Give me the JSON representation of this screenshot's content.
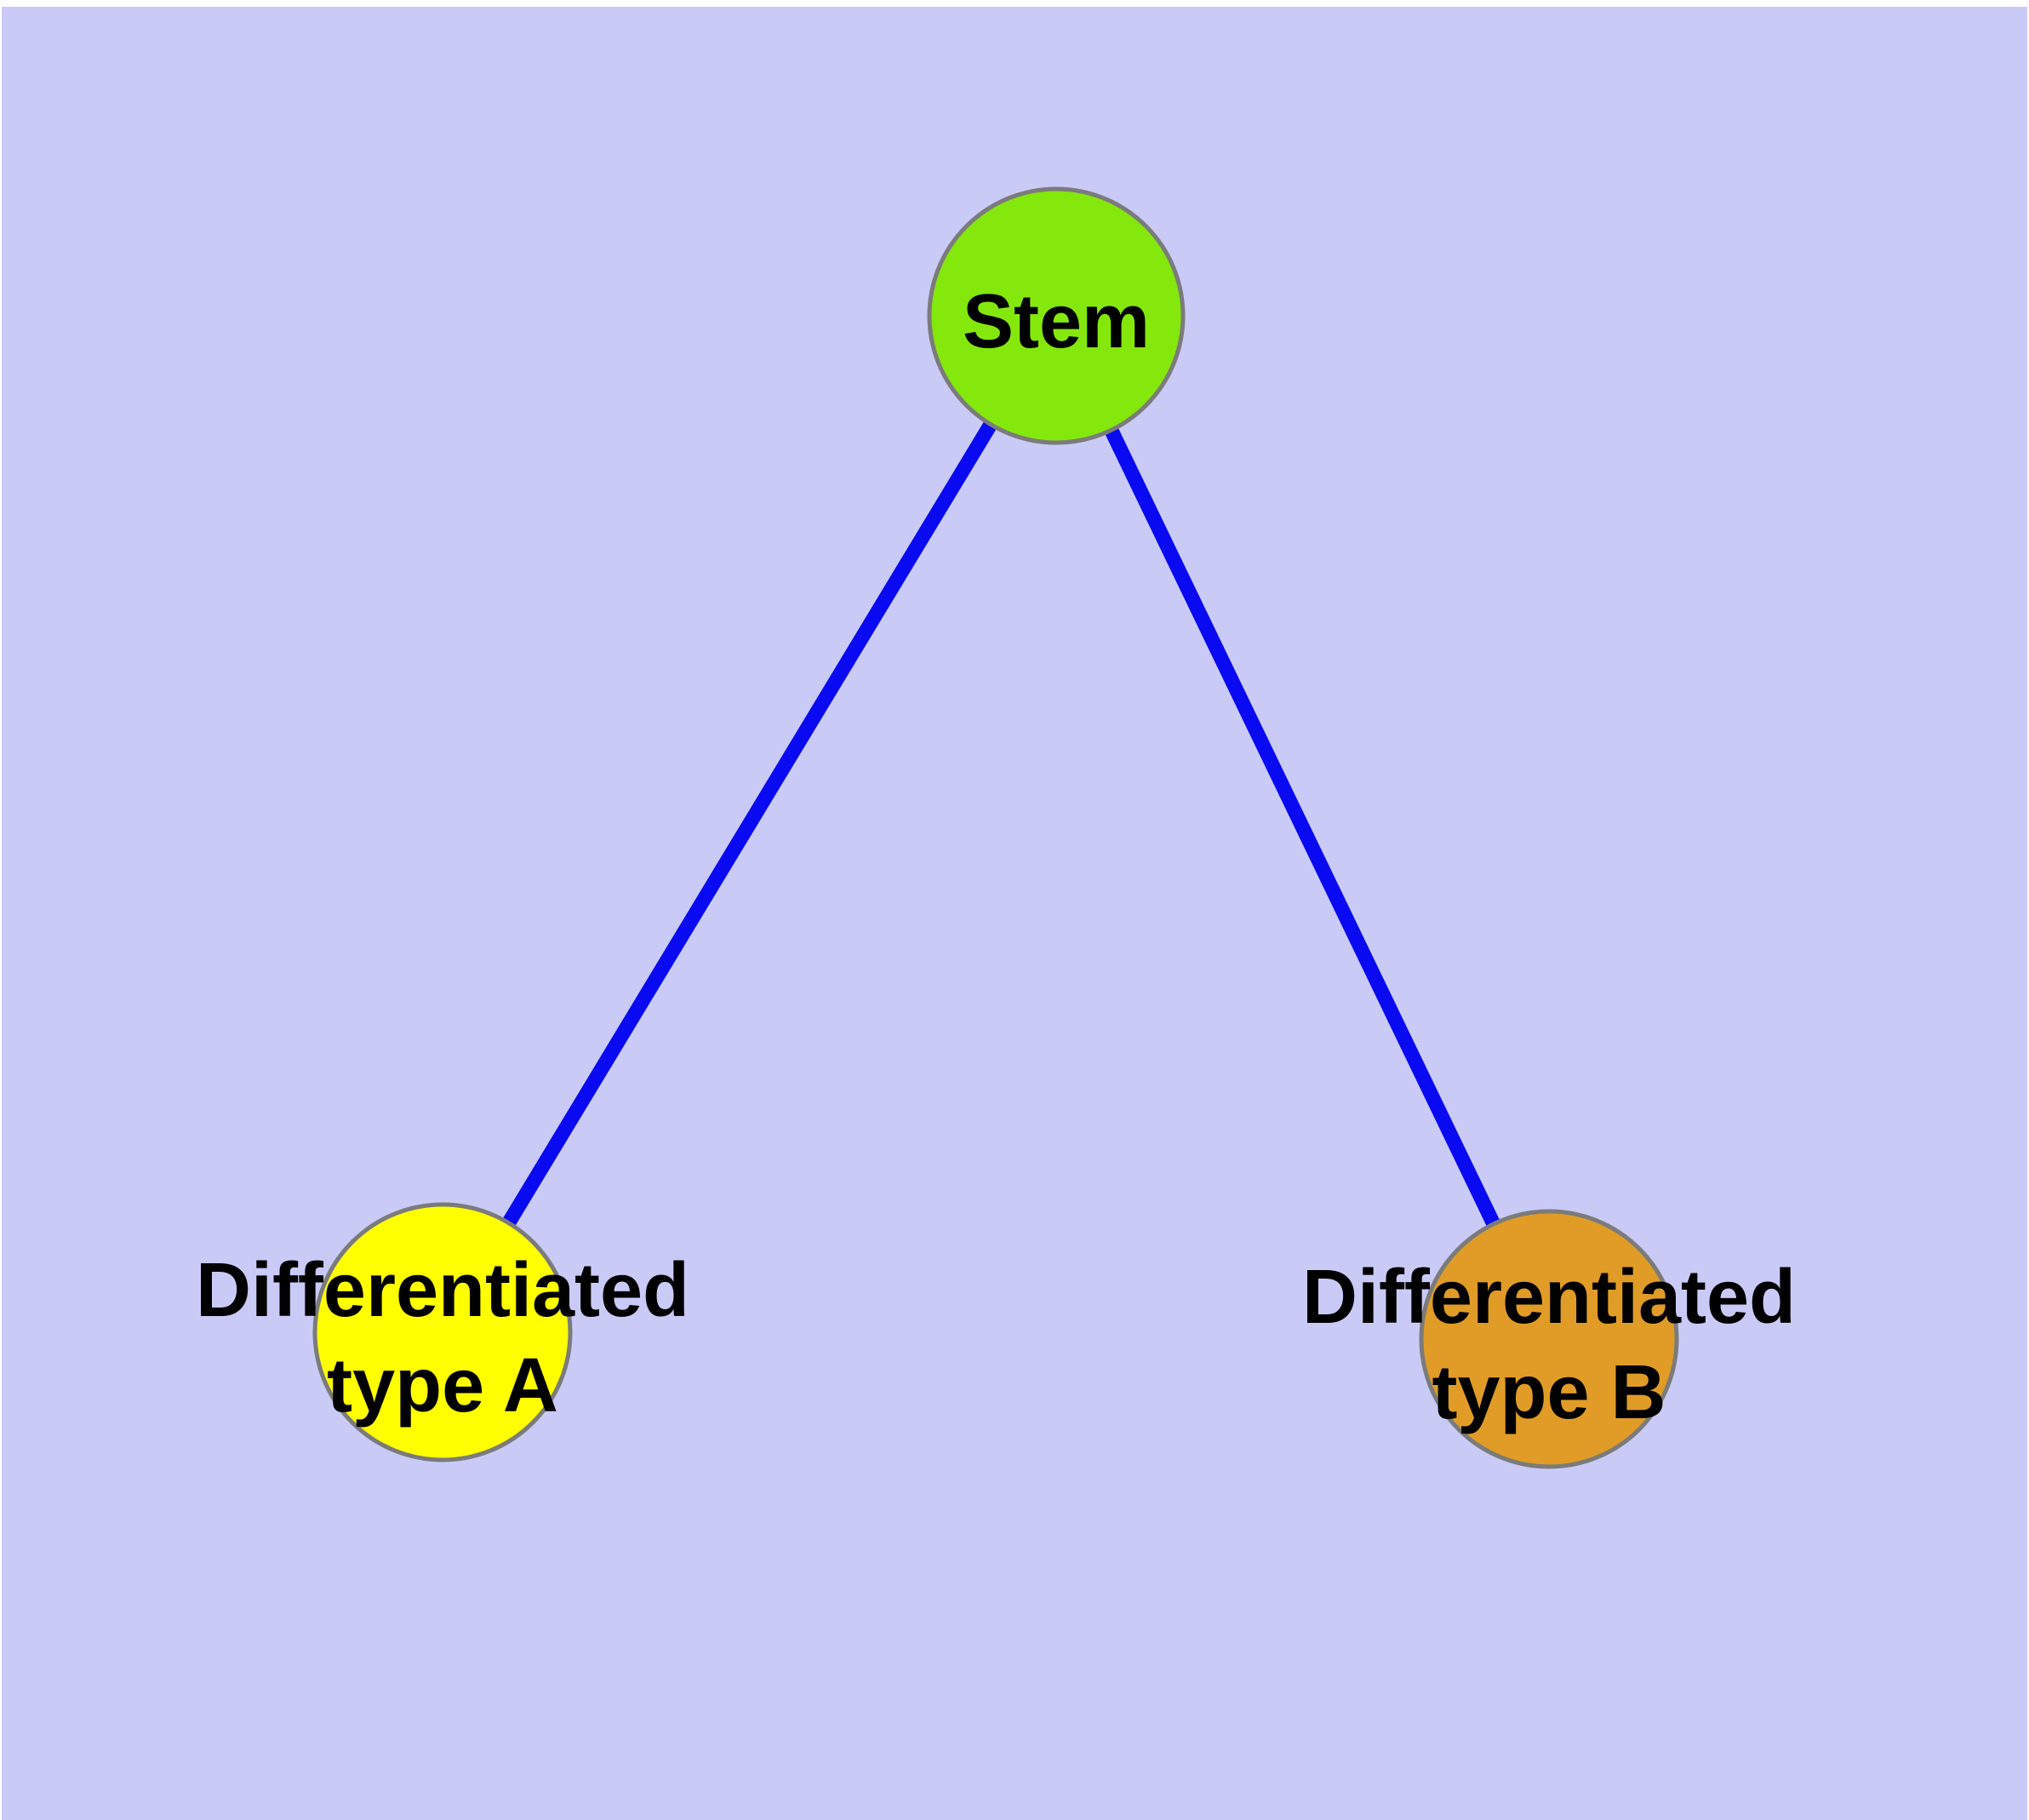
{
  "diagram": {
    "type": "node-link-graph",
    "background_color": "#CACAF7",
    "margin_color": "#FFFFFF",
    "edge_color": "#0909F2",
    "node_border_color": "#7B7B7B",
    "label_color": "#000000",
    "nodes": [
      {
        "id": "stem",
        "label": "Stem",
        "fill": "#84E80C"
      },
      {
        "id": "differentiated-type-a",
        "label": "Differentiated type A",
        "label_line1": "Differentiated",
        "label_line2": "type A",
        "fill": "#FFFF00"
      },
      {
        "id": "differentiated-type-b",
        "label": "Differentiated type B",
        "label_line1": "Differentiated",
        "label_line2": "type B",
        "fill": "#E09C26"
      }
    ],
    "edges": [
      {
        "from": "Stem",
        "to": "Differentiated type A"
      },
      {
        "from": "Stem",
        "to": "Differentiated type B"
      }
    ]
  }
}
